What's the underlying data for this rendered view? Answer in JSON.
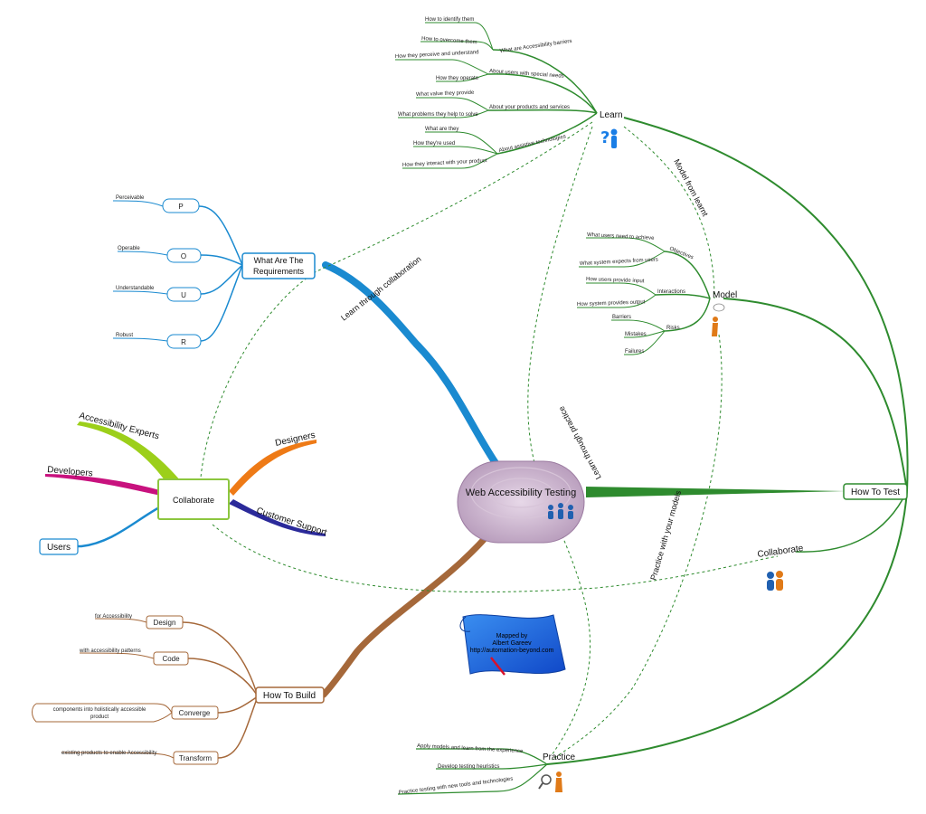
{
  "central": {
    "label": "Web Accessibility Testing",
    "icon": "people-icon"
  },
  "learn": {
    "label": "Learn",
    "icon": "question-person-icon",
    "topics": [
      {
        "label": "What are Accessibility barriers",
        "items": [
          "How to identify them",
          "How to overcome them"
        ]
      },
      {
        "label": "About users with special needs",
        "items": [
          "How they perceive and understand",
          "How they operate"
        ]
      },
      {
        "label": "About your products and services",
        "items": [
          "What value they provide",
          "What problems they help to solve"
        ]
      },
      {
        "label": "About assistive technologies",
        "items": [
          "What are they",
          "How they're used",
          "How they interact with your product"
        ]
      }
    ]
  },
  "model": {
    "label": "Model",
    "icon": "thinking-person-icon",
    "topics": [
      {
        "label": "Objectives",
        "items": [
          "What users need to achieve",
          "What system expects from users"
        ]
      },
      {
        "label": "Interactions",
        "items": [
          "How users provide input",
          "How system provides output"
        ]
      },
      {
        "label": "Risks",
        "items": [
          "Barriers",
          "Mistakes",
          "Failures"
        ]
      }
    ]
  },
  "practice": {
    "label": "Practice",
    "icon": "magnifier-person-icon",
    "items": [
      "Apply models and learn from the experience",
      "Develop testing heuristics",
      "Practice testing with new tools and technologies"
    ]
  },
  "how_to_test": {
    "label": "How To Test"
  },
  "collab_right": {
    "label": "Collaborate",
    "icon": "two-people-icon"
  },
  "requirements": {
    "label_line1": "What Are The",
    "label_line2": "Requirements",
    "items": [
      {
        "letter": "P",
        "word": "Perceivable"
      },
      {
        "letter": "O",
        "word": "Operable"
      },
      {
        "letter": "U",
        "word": "Understandable"
      },
      {
        "letter": "R",
        "word": "Robust"
      }
    ]
  },
  "collaborate": {
    "label": "Collaborate",
    "branches": [
      "Accessibility Experts",
      "Developers",
      "Users",
      "Designers",
      "Customer Support"
    ]
  },
  "build": {
    "label": "How To Build",
    "items": [
      {
        "label": "Design",
        "note": "for Accessibility"
      },
      {
        "label": "Code",
        "note": "with accessibility patterns"
      },
      {
        "label": "Converge",
        "note_line1": "components into holistically accessible",
        "note_line2": "product"
      },
      {
        "label": "Transform",
        "note": "existing products to enable Accessibility"
      }
    ]
  },
  "relations": {
    "learn_collab": "Learn through collaboration",
    "learn_model": "Model from learnt",
    "learn_practice": "Learn through practice",
    "practice_model": "Practice with your models"
  },
  "credit": {
    "line1": "Mapped by",
    "line2": "Albert Gareev",
    "line3": "http://automation-beyond.com"
  },
  "colors": {
    "green": "#2e8b2e",
    "blue": "#1a8ad0",
    "brown": "#a5683a",
    "purple_node": "#c9b1cc"
  }
}
